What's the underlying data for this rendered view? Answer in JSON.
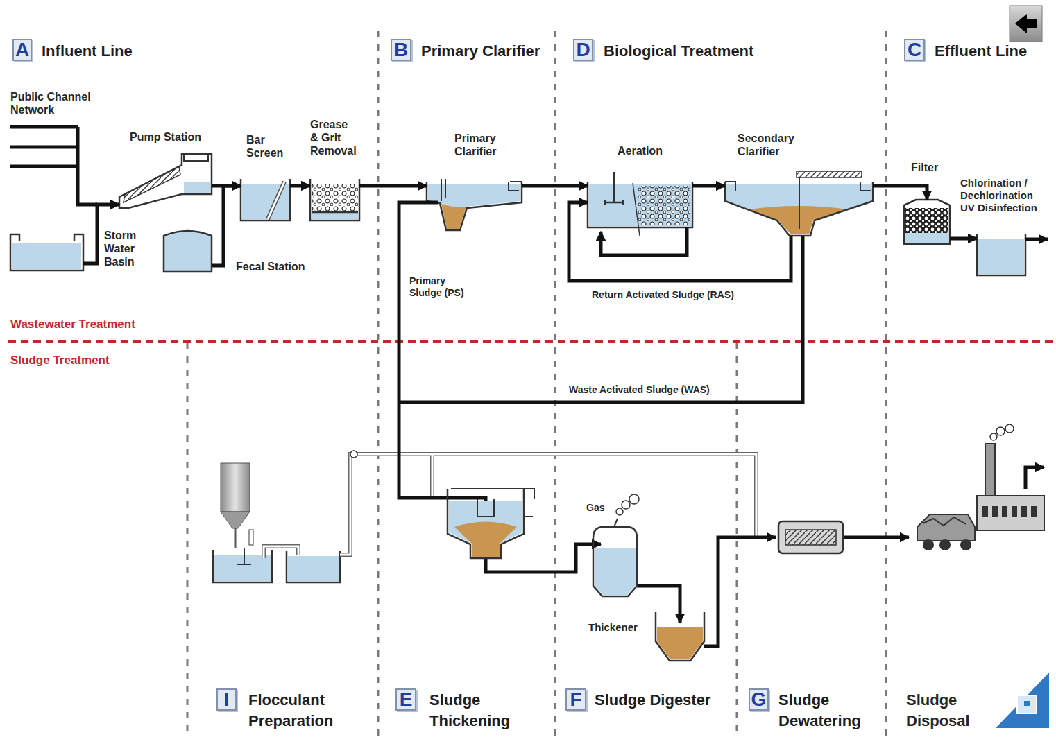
{
  "diagram": {
    "nodes": [
      {
        "text": [
          "A",
          "Influent Line"
        ]
      },
      {
        "text": [
          "B",
          "Primary Clarifier"
        ]
      },
      {
        "text": [
          "D",
          "Biological Treatment"
        ]
      },
      {
        "text": [
          "C",
          "Effluent Line"
        ]
      },
      {
        "text": [
          "Pump Station"
        ]
      },
      {
        "text": [
          "Bar Screen"
        ]
      },
      {
        "text": [
          "Grease & Grit Removal"
        ]
      },
      {
        "text": [
          "Storm Water Basin"
        ]
      },
      {
        "text": [
          "Fecal Station"
        ]
      },
      {
        "text": [
          "Primary Clarifier"
        ]
      },
      {
        "text": [
          "Aeration"
        ]
      },
      {
        "text": [
          "Secondary Clarifier"
        ]
      },
      {
        "text": [
          "Filter"
        ]
      },
      {
        "text": [
          "Chlorination / Dechlorination UV Disinfection"
        ]
      },
      {
        "text": [
          "Thickener"
        ]
      },
      {
        "text": [
          "I",
          "Flocculant Preparation"
        ]
      },
      {
        "text": [
          "E",
          "Sludge Thickening"
        ]
      },
      {
        "text": [
          "F",
          "Sludge Digester"
        ]
      },
      {
        "text": [
          "G",
          "Sludge Dewatering"
        ]
      }
    ],
    "edges": [
      {
        "from": 7,
        "to": 4,
        "arrow": "to"
      },
      {
        "from": 4,
        "to": 5,
        "arrow": "to"
      },
      {
        "from": 8,
        "to": 5,
        "arrow": "to"
      },
      {
        "from": 5,
        "to": 6,
        "arrow": "to"
      },
      {
        "from": 6,
        "to": 9,
        "arrow": "to"
      },
      {
        "from": 9,
        "to": 10,
        "arrow": "to"
      },
      {
        "from": 10,
        "to": 11,
        "arrow": "to"
      },
      {
        "from": 11,
        "to": 10,
        "label": "Return Activated Sludge (RAS)",
        "arrow": "to"
      },
      {
        "from": 11,
        "to": 12,
        "arrow": "to"
      },
      {
        "from": 12,
        "to": 13,
        "arrow": "to"
      }
    ],
    "labels": [
      "Public Channel Network",
      "Primary Sludge (PS)",
      "Waste Activated Sludge (WAS)",
      "Wastewater Treatment",
      "Sludge Treatment",
      "Gas",
      "Sludge Disposal"
    ]
  }
}
